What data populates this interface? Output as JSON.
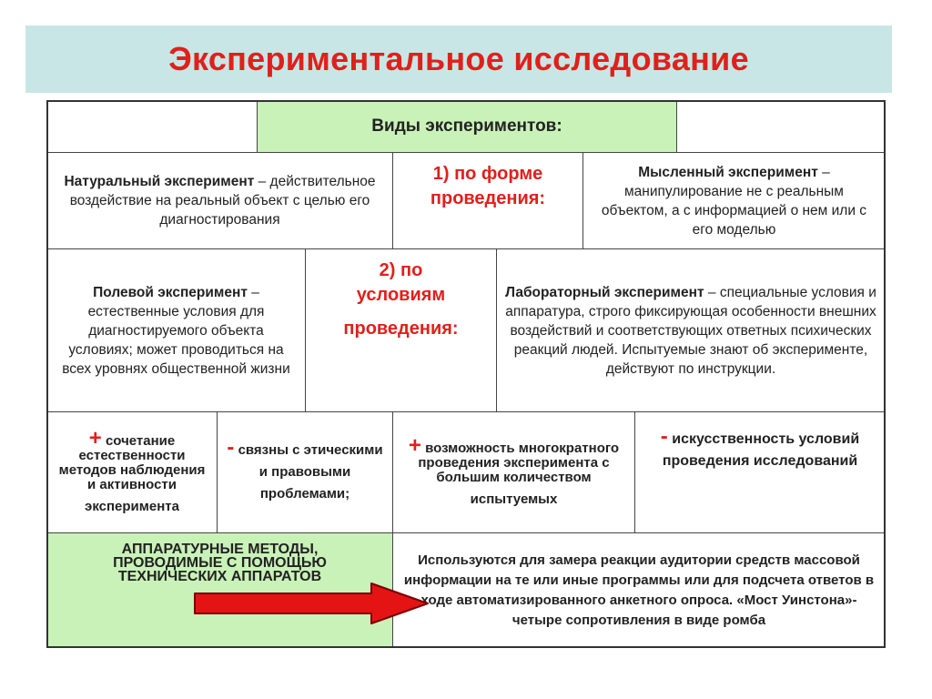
{
  "title": "Экспериментальное исследование",
  "header": {
    "label": "Виды экспериментов:"
  },
  "row1": {
    "left": {
      "term": "Натуральный  эксперимент",
      "rest": " – действительное воздействие на реальный объект с целью его диагностирования"
    },
    "center": {
      "line1": "1) по форме",
      "line2": "проведения:"
    },
    "right": {
      "term": "Мысленный  эксперимент",
      "rest": " – манипулирование не с реальным объектом, а с информацией о нем или с его моделью"
    }
  },
  "row2": {
    "left": {
      "term": "Полевой эксперимент",
      "rest": " – естественные условия для диагностируемого объекта условиях; может проводиться на всех уровнях общественной жизни"
    },
    "center": {
      "line1": "2)  по",
      "line2": "условиям",
      "line3": "проведения:"
    },
    "right": {
      "term": "Лабораторный  эксперимент",
      "rest": " – специальные условия и  аппаратура, строго фиксирующая  особенности внешних воздействий и соответствующих ответных психических реакций людей. Испытуемые знают об эксперименте, действуют по    инструкции."
    }
  },
  "row3": {
    "c1": {
      "sign": "+",
      "text": "сочетание естественности методов наблюдения и активности",
      "tail": "эксперимента"
    },
    "c2": {
      "sign": "-",
      "text": "связны с этическими и правовыми проблемами;"
    },
    "c3": {
      "sign": "+",
      "text": "возможность многократного проведения эксперимента с большим количеством",
      "tail": "испытуемых"
    },
    "c4": {
      "sign": "-",
      "text": "искусственность условий проведения исследований"
    }
  },
  "row4": {
    "left": "АППАРАТУРНЫЕ  МЕТОДЫ, ПРОВОДИМЫЕ С ПОМОЩЬЮ ТЕХНИЧЕСКИХ АППАРАТОВ",
    "right": "Используются  для замера реакции аудитории средств массовой информации на те или иные программы или для подсчета ответов в ходе автоматизированного анкетного опроса. «Мост Уинстона»-четыре сопротивления в виде ромба"
  },
  "colors": {
    "title": "#e0201c",
    "title_bg": "#c9e6e6",
    "header_bg": "#c9f2b8",
    "arrow": "#e41414"
  }
}
